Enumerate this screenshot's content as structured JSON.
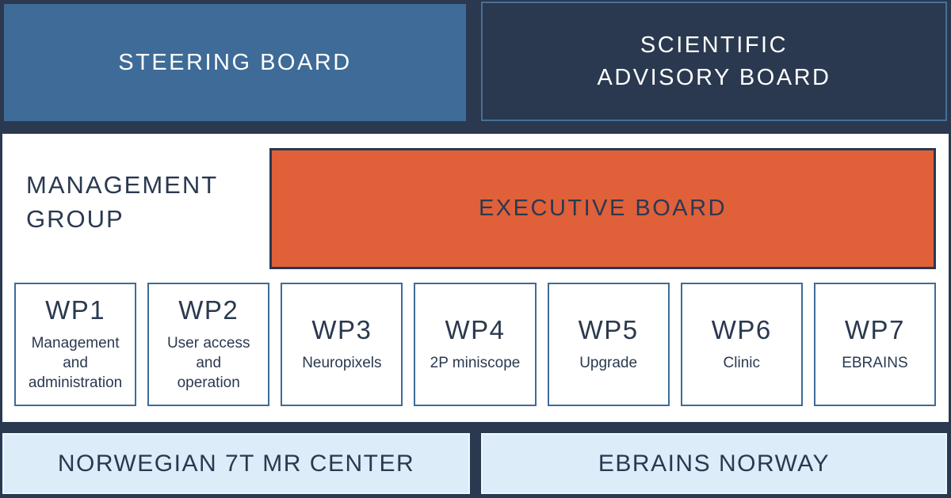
{
  "colors": {
    "navy": "#2a3950",
    "steel_blue": "#3e6b97",
    "steel_blue_border": "#477099",
    "orange": "#e0603a",
    "light_blue": "#dcedf9",
    "light_blue_border": "#eef6fc",
    "white": "#ffffff"
  },
  "top_row": {
    "steering_board": {
      "label": "STEERING BOARD"
    },
    "scientific_advisory_board": {
      "label": "SCIENTIFIC ADVISORY BOARD",
      "lines": [
        "SCIENTIFIC",
        "ADVISORY BOARD"
      ]
    }
  },
  "middle": {
    "management_group": {
      "label": "MANAGEMENT GROUP",
      "lines": [
        "MANAGEMENT",
        "GROUP"
      ]
    },
    "executive_board": {
      "label": "EXECUTIVE BOARD"
    },
    "work_packages": [
      {
        "code": "WP1",
        "label": "Management and administration",
        "label_lines": [
          "Management",
          "and",
          "administration"
        ]
      },
      {
        "code": "WP2",
        "label": "User access and operation",
        "label_lines": [
          "User access",
          "and",
          "operation"
        ]
      },
      {
        "code": "WP3",
        "label": "Neuropixels",
        "label_lines": [
          "Neuropixels"
        ]
      },
      {
        "code": "WP4",
        "label": "2P miniscope",
        "label_lines": [
          "2P miniscope"
        ]
      },
      {
        "code": "WP5",
        "label": "Upgrade",
        "label_lines": [
          "Upgrade"
        ]
      },
      {
        "code": "WP6",
        "label": "Clinic",
        "label_lines": [
          "Clinic"
        ]
      },
      {
        "code": "WP7",
        "label": "EBRAINS",
        "label_lines": [
          "EBRAINS"
        ]
      }
    ]
  },
  "bottom_row": {
    "norwegian_7t_mr_center": {
      "label": "NORWEGIAN 7T MR CENTER"
    },
    "ebrains_norway": {
      "label": "EBRAINS NORWAY"
    }
  }
}
